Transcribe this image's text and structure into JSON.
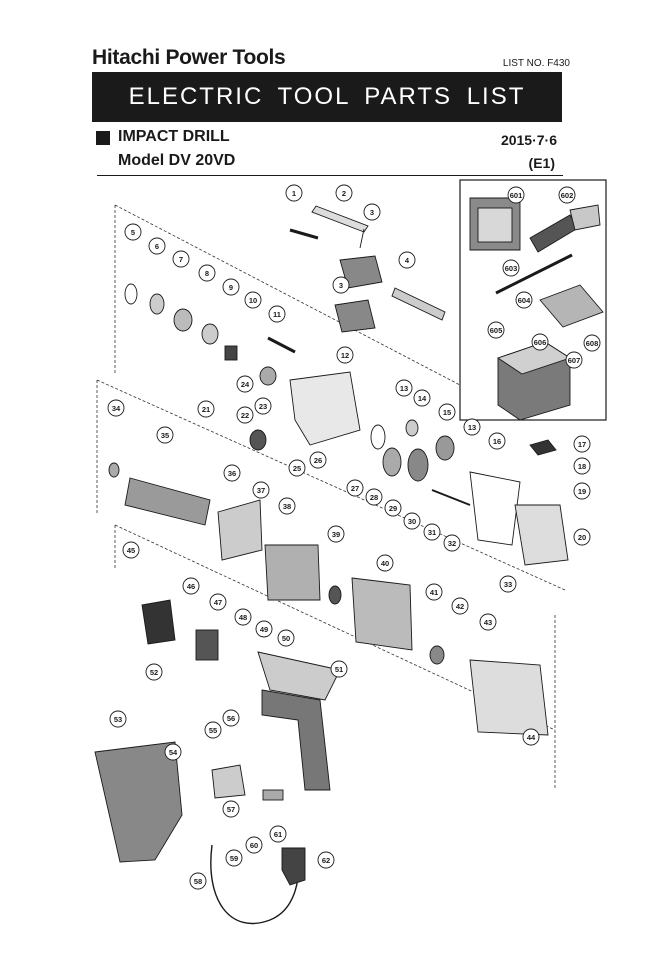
{
  "header": {
    "brand": "Hitachi Power Tools",
    "list_no": "LIST NO. F430",
    "banner": "ELECTRIC TOOL PARTS LIST",
    "product_type": "IMPACT DRILL",
    "model": "Model DV 20VD",
    "date": "2015·7·6",
    "version": "(E1)"
  },
  "callouts": [
    "1",
    "2",
    "3",
    "3",
    "4",
    "5",
    "6",
    "7",
    "8",
    "9",
    "10",
    "11",
    "12",
    "13",
    "13",
    "14",
    "15",
    "16",
    "17",
    "18",
    "19",
    "20",
    "21",
    "22",
    "23",
    "24",
    "25",
    "26",
    "27",
    "28",
    "29",
    "30",
    "31",
    "32",
    "33",
    "34",
    "35",
    "36",
    "37",
    "38",
    "39",
    "40",
    "41",
    "42",
    "43",
    "44",
    "45",
    "46",
    "47",
    "48",
    "49",
    "50",
    "51",
    "52",
    "53",
    "54",
    "55",
    "56",
    "57",
    "58",
    "59",
    "60",
    "61",
    "62",
    "601",
    "602",
    "603",
    "604",
    "605",
    "606",
    "607",
    "608"
  ]
}
